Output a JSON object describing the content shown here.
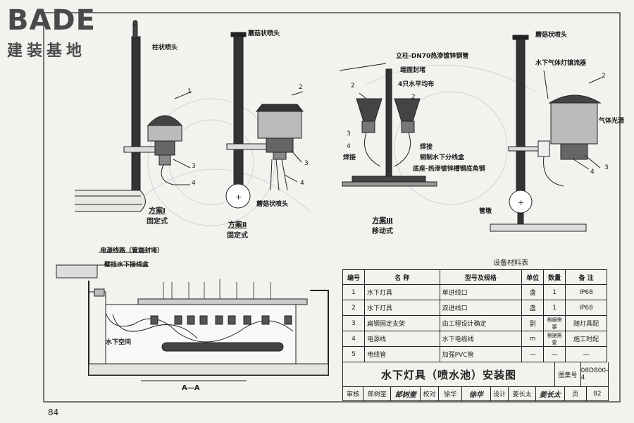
{
  "logo": {
    "brand": "BADE",
    "subtitle": "建装基地"
  },
  "page_number": "84",
  "labels": {
    "column_nozzle": "柱状喷头",
    "mushroom_nozzle_a": "蘑菇状喷头",
    "mushroom_nozzle_b": "蘑菇状喷头",
    "mushroom_nozzle_c": "蘑菇状喷头",
    "riser": "立柱-DN70热渗镀锌钢管",
    "end_cap": "端面封堵",
    "four_lamps": "4只水平均布",
    "weld": "焊接",
    "weld2": "焊接",
    "junction": "铜制水下分线盒",
    "base": "底座-热渗镀锌槽钢底角钢",
    "gas_lamp_ballast": "水下气体灯镇流器",
    "gas_lamp_source": "气体光源",
    "pipe_pier": "管墩",
    "power_line": "电源线路（管端封堵）",
    "wall_box": "壁挂水下接线盒",
    "underwater_space": "水下空间",
    "section": "A—A"
  },
  "callouts": {
    "n1": "1",
    "n2a": "2",
    "n2b": "2",
    "n2c": "2",
    "n2d": "2",
    "n3a": "3",
    "n3b": "3",
    "n3c": "3",
    "n3d": "3",
    "n4a": "4",
    "n4b": "4",
    "n4c": "4",
    "n4d": "4"
  },
  "cases": [
    {
      "title": "方案Ⅰ",
      "type": "固定式"
    },
    {
      "title": "方案Ⅱ",
      "type": "固定式"
    },
    {
      "title": "方案Ⅲ",
      "type": "移动式"
    }
  ],
  "table": {
    "title": "设备材料表",
    "headers": [
      "编号",
      "名  称",
      "型号及规格",
      "单位",
      "数量",
      "备  注"
    ],
    "rows": [
      [
        "1",
        "水下灯具",
        "单进线口",
        "盏",
        "1",
        "IP68"
      ],
      [
        "2",
        "水下灯具",
        "双进线口",
        "盏",
        "1",
        "IP68"
      ],
      [
        "3",
        "扁钢固定支架",
        "由工程设计确定",
        "副",
        "根据需要",
        "随灯具配"
      ],
      [
        "4",
        "电源线",
        "水下电缆线",
        "m",
        "根据需要",
        "施工时配"
      ],
      [
        "5",
        "电线管",
        "加强PVC管",
        "—",
        "—",
        "—"
      ]
    ]
  },
  "title_block": {
    "title": "水下灯具（喷水池）安装图",
    "set_label": "图集号",
    "set_no": "08D800-4",
    "review": "审核",
    "review_name": "郎树奎",
    "review_sig": "郎树奎",
    "check": "校对",
    "check_name": "徐华",
    "check_sig": "徐华",
    "design": "设计",
    "design_name": "姜长太",
    "design_sig": "姜长太",
    "page_label": "页",
    "page_no": "82"
  }
}
